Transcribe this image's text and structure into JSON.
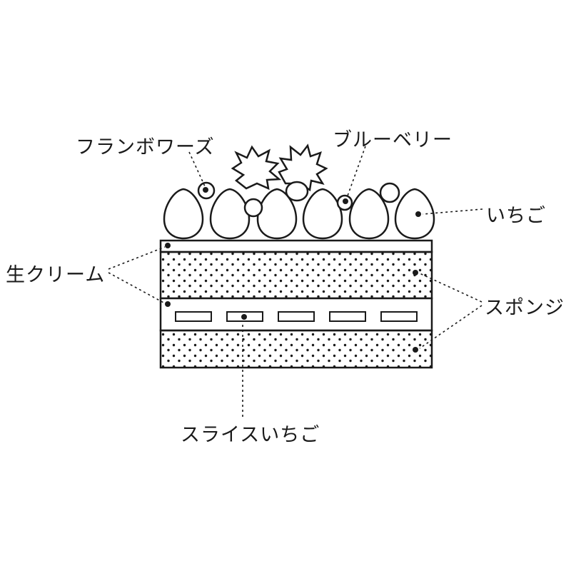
{
  "diagram": {
    "title": "cake-cross-section",
    "labels": {
      "framboise": "フランボワーズ",
      "blueberry": "ブルーベリー",
      "strawberry": "いちご",
      "cream": "生クリーム",
      "sponge": "スポンジ",
      "sliced_strawberry": "スライスいちご"
    },
    "colors": {
      "line": "#1a1a1a",
      "background": "#ffffff"
    }
  }
}
